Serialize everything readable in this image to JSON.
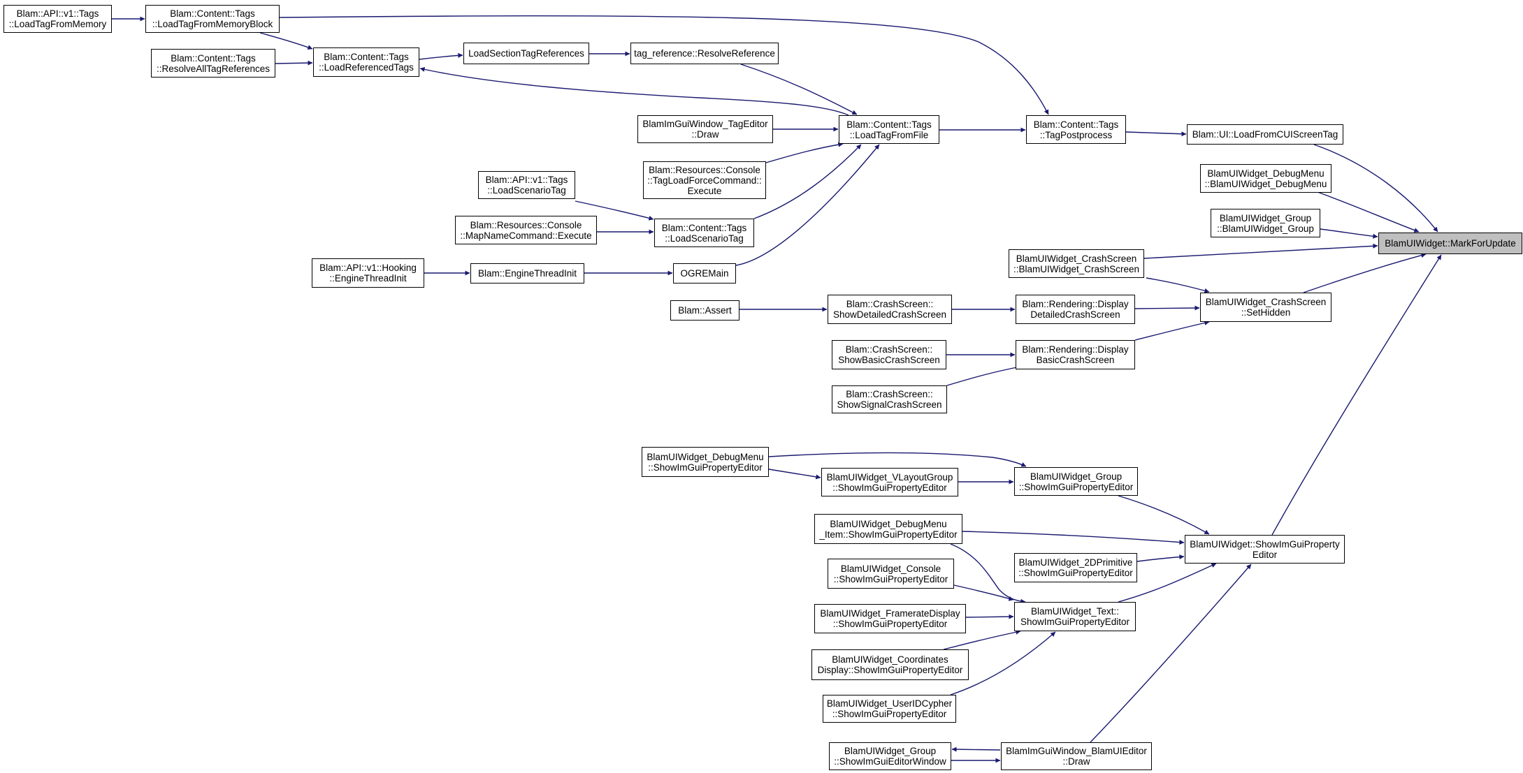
{
  "graph": {
    "root": "root",
    "nodes": [
      {
        "id": "api_loadtagmem",
        "label": [
          "Blam::API::v1::Tags",
          "::LoadTagFromMemory"
        ]
      },
      {
        "id": "ct_loadtagmemblock",
        "label": [
          "Blam::Content::Tags",
          "::LoadTagFromMemoryBlock"
        ]
      },
      {
        "id": "ct_resolvealltags",
        "label": [
          "Blam::Content::Tags",
          "::ResolveAllTagReferences"
        ]
      },
      {
        "id": "ct_loadreferenced",
        "label": [
          "Blam::Content::Tags",
          "::LoadReferencedTags"
        ]
      },
      {
        "id": "loadsection",
        "label": [
          "LoadSectionTagReferences"
        ]
      },
      {
        "id": "tagref_resolve",
        "label": [
          "tag_reference::ResolveReference"
        ]
      },
      {
        "id": "imgui_tageditor",
        "label": [
          "BlamImGuiWindow_TagEditor",
          "::Draw"
        ]
      },
      {
        "id": "ct_loadtagfromfile",
        "label": [
          "Blam::Content::Tags",
          "::LoadTagFromFile"
        ]
      },
      {
        "id": "ct_tagpostprocess",
        "label": [
          "Blam::Content::Tags",
          "::TagPostprocess"
        ]
      },
      {
        "id": "ui_loadfromcui",
        "label": [
          "Blam::UI::LoadFromCUIScreenTag"
        ]
      },
      {
        "id": "res_tagloadforce",
        "label": [
          "Blam::Resources::Console",
          "::TagLoadForceCommand::",
          "Execute"
        ]
      },
      {
        "id": "api_loadscenario",
        "label": [
          "Blam::API::v1::Tags",
          "::LoadScenarioTag"
        ]
      },
      {
        "id": "res_mapname",
        "label": [
          "Blam::Resources::Console",
          "::MapNameCommand::Execute"
        ]
      },
      {
        "id": "ct_loadscenario",
        "label": [
          "Blam::Content::Tags",
          "::LoadScenarioTag"
        ]
      },
      {
        "id": "api_hooking",
        "label": [
          "Blam::API::v1::Hooking",
          "::EngineThreadInit"
        ]
      },
      {
        "id": "enginethreadinit",
        "label": [
          "Blam::EngineThreadInit"
        ]
      },
      {
        "id": "ogremain",
        "label": [
          "OGREMain"
        ]
      },
      {
        "id": "debugmenu_ctor",
        "label": [
          "BlamUIWidget_DebugMenu",
          "::BlamUIWidget_DebugMenu"
        ]
      },
      {
        "id": "group_ctor",
        "label": [
          "BlamUIWidget_Group",
          "::BlamUIWidget_Group"
        ]
      },
      {
        "id": "crashscreen_ctor",
        "label": [
          "BlamUIWidget_CrashScreen",
          "::BlamUIWidget_CrashScreen"
        ]
      },
      {
        "id": "root",
        "label": [
          "BlamUIWidget::MarkForUpdate"
        ]
      },
      {
        "id": "blam_assert",
        "label": [
          "Blam::Assert"
        ]
      },
      {
        "id": "cs_detailed",
        "label": [
          "Blam::CrashScreen::",
          "ShowDetailedCrashScreen"
        ]
      },
      {
        "id": "rd_detailed",
        "label": [
          "Blam::Rendering::Display",
          "DetailedCrashScreen"
        ]
      },
      {
        "id": "crashscreen_sethidden",
        "label": [
          "BlamUIWidget_CrashScreen",
          "::SetHidden"
        ]
      },
      {
        "id": "cs_basic",
        "label": [
          "Blam::CrashScreen::",
          "ShowBasicCrashScreen"
        ]
      },
      {
        "id": "rd_basic",
        "label": [
          "Blam::Rendering::Display",
          "BasicCrashScreen"
        ]
      },
      {
        "id": "cs_signal",
        "label": [
          "Blam::CrashScreen::",
          "ShowSignalCrashScreen"
        ]
      },
      {
        "id": "debugmenu_pe",
        "label": [
          "BlamUIWidget_DebugMenu",
          "::ShowImGuiPropertyEditor"
        ]
      },
      {
        "id": "vlayout_pe",
        "label": [
          "BlamUIWidget_VLayoutGroup",
          "::ShowImGuiPropertyEditor"
        ]
      },
      {
        "id": "group_pe",
        "label": [
          "BlamUIWidget_Group",
          "::ShowImGuiPropertyEditor"
        ]
      },
      {
        "id": "debugmenuitem_pe",
        "label": [
          "BlamUIWidget_DebugMenu",
          "_Item::ShowImGuiPropertyEditor"
        ]
      },
      {
        "id": "widget_pe",
        "label": [
          "BlamUIWidget::ShowImGuiProperty",
          "Editor"
        ]
      },
      {
        "id": "console_pe",
        "label": [
          "BlamUIWidget_Console",
          "::ShowImGuiPropertyEditor"
        ]
      },
      {
        "id": "primitive2d_pe",
        "label": [
          "BlamUIWidget_2DPrimitive",
          "::ShowImGuiPropertyEditor"
        ]
      },
      {
        "id": "framerate_pe",
        "label": [
          "BlamUIWidget_FramerateDisplay",
          "::ShowImGuiPropertyEditor"
        ]
      },
      {
        "id": "text_pe",
        "label": [
          "BlamUIWidget_Text::",
          "ShowImGuiPropertyEditor"
        ]
      },
      {
        "id": "coords_pe",
        "label": [
          "BlamUIWidget_Coordinates",
          "Display::ShowImGuiPropertyEditor"
        ]
      },
      {
        "id": "useridcypher_pe",
        "label": [
          "BlamUIWidget_UserIDCypher",
          "::ShowImGuiPropertyEditor"
        ]
      },
      {
        "id": "group_editorwindow",
        "label": [
          "BlamUIWidget_Group",
          "::ShowImGuiEditorWindow"
        ]
      },
      {
        "id": "imgui_blamuieditor",
        "label": [
          "BlamImGuiWindow_BlamUIEditor",
          "::Draw"
        ]
      }
    ],
    "edges": [
      [
        "api_loadtagmem",
        "ct_loadtagmemblock"
      ],
      [
        "ct_loadtagmemblock",
        "ct_loadreferenced"
      ],
      [
        "ct_loadtagmemblock",
        "ct_tagpostprocess"
      ],
      [
        "ct_resolvealltags",
        "ct_loadreferenced"
      ],
      [
        "ct_loadreferenced",
        "loadsection"
      ],
      [
        "loadsection",
        "tagref_resolve"
      ],
      [
        "tagref_resolve",
        "ct_loadtagfromfile"
      ],
      [
        "ct_loadtagfromfile",
        "ct_loadreferenced"
      ],
      [
        "imgui_tageditor",
        "ct_loadtagfromfile"
      ],
      [
        "res_tagloadforce",
        "ct_loadtagfromfile"
      ],
      [
        "ct_loadscenario",
        "ct_loadtagfromfile"
      ],
      [
        "ogremain",
        "ct_loadtagfromfile"
      ],
      [
        "ct_loadtagfromfile",
        "ct_tagpostprocess"
      ],
      [
        "ct_tagpostprocess",
        "ui_loadfromcui"
      ],
      [
        "ui_loadfromcui",
        "root"
      ],
      [
        "api_loadscenario",
        "ct_loadscenario"
      ],
      [
        "res_mapname",
        "ct_loadscenario"
      ],
      [
        "api_hooking",
        "enginethreadinit"
      ],
      [
        "enginethreadinit",
        "ogremain"
      ],
      [
        "debugmenu_ctor",
        "root"
      ],
      [
        "group_ctor",
        "root"
      ],
      [
        "crashscreen_ctor",
        "root"
      ],
      [
        "crashscreen_ctor",
        "crashscreen_sethidden"
      ],
      [
        "crashscreen_sethidden",
        "root"
      ],
      [
        "blam_assert",
        "cs_detailed"
      ],
      [
        "cs_detailed",
        "rd_detailed"
      ],
      [
        "rd_detailed",
        "crashscreen_sethidden"
      ],
      [
        "cs_basic",
        "rd_basic"
      ],
      [
        "cs_signal",
        "rd_basic"
      ],
      [
        "rd_basic",
        "crashscreen_sethidden"
      ],
      [
        "widget_pe",
        "root"
      ],
      [
        "debugmenu_pe",
        "group_pe"
      ],
      [
        "debugmenu_pe",
        "vlayout_pe"
      ],
      [
        "vlayout_pe",
        "group_pe"
      ],
      [
        "group_pe",
        "widget_pe"
      ],
      [
        "debugmenuitem_pe",
        "widget_pe"
      ],
      [
        "debugmenuitem_pe",
        "text_pe"
      ],
      [
        "primitive2d_pe",
        "widget_pe"
      ],
      [
        "text_pe",
        "widget_pe"
      ],
      [
        "console_pe",
        "text_pe"
      ],
      [
        "framerate_pe",
        "text_pe"
      ],
      [
        "coords_pe",
        "text_pe"
      ],
      [
        "useridcypher_pe",
        "text_pe"
      ],
      [
        "imgui_blamuieditor",
        "widget_pe"
      ],
      [
        "imgui_blamuieditor",
        "group_editorwindow"
      ],
      [
        "group_editorwindow",
        "imgui_blamuieditor"
      ]
    ],
    "colors": {
      "edge": "#191970",
      "root_fill": "#bfbfbf",
      "node_border": "#000000",
      "background": "#ffffff"
    }
  }
}
